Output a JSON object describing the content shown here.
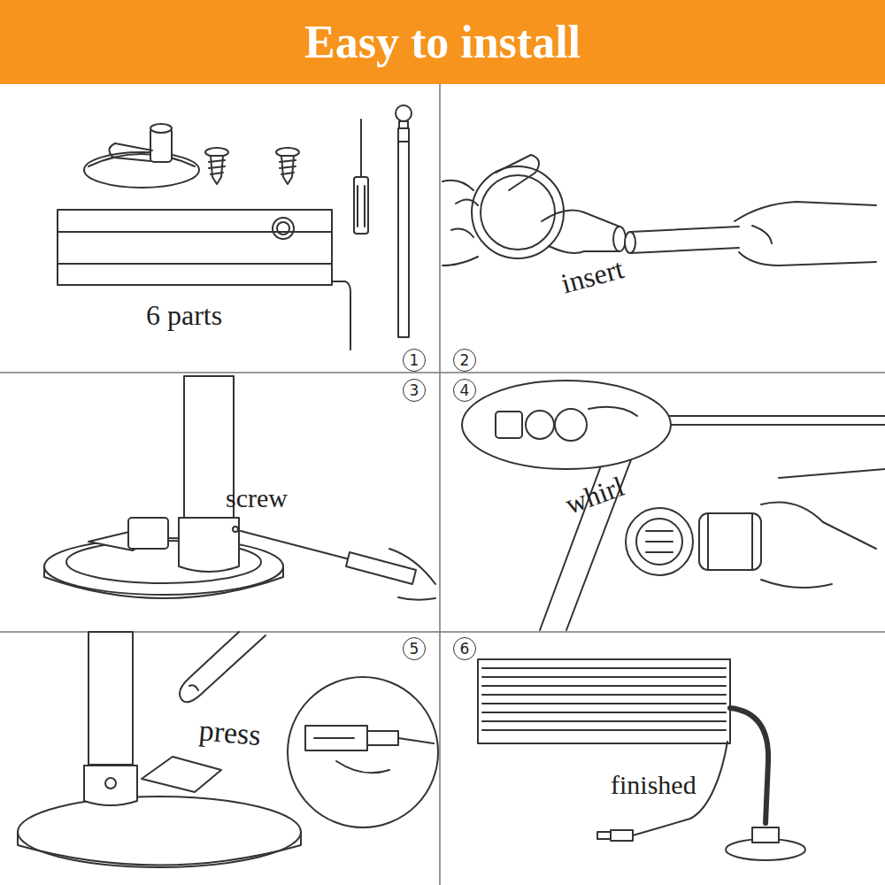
{
  "diagram": {
    "title": "Easy to install",
    "labels": [
      "6 parts",
      "1",
      "2",
      "insert",
      "3",
      "4",
      "screw",
      "whirl",
      "5",
      "6",
      "press",
      "finished"
    ]
  }
}
